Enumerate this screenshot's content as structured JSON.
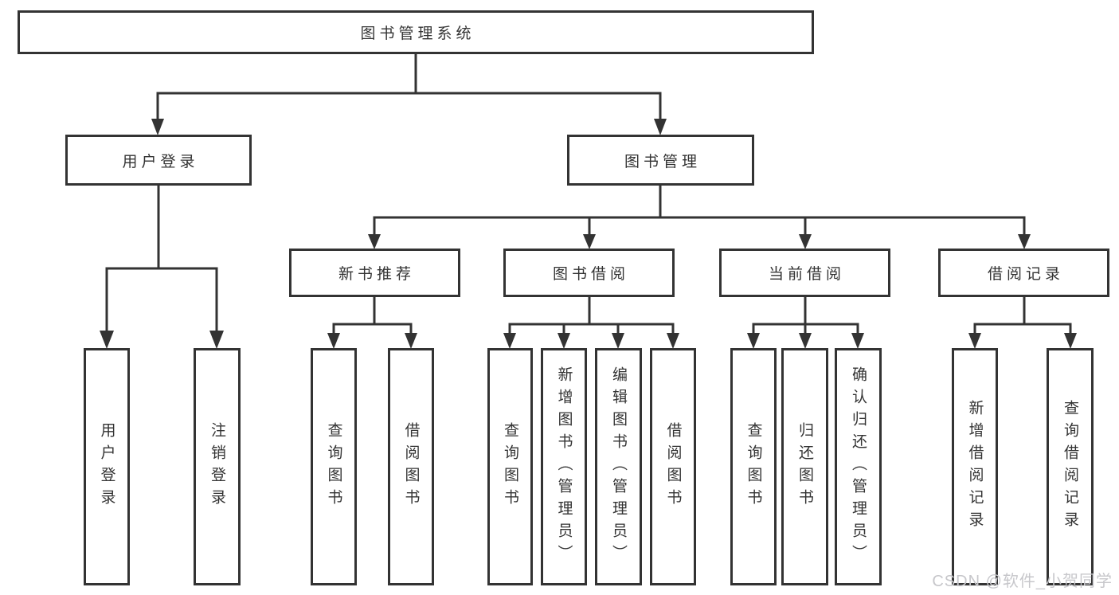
{
  "diagram": {
    "title": "图书管理系统",
    "level2": {
      "user_login": "用户登录",
      "book_mgmt": "图书管理"
    },
    "level3": {
      "new_book_rec": "新书推荐",
      "book_borrow": "图书借阅",
      "current_borrow": "当前借阅",
      "borrow_records": "借阅记录"
    },
    "leaves": {
      "ul_user_login": "用户登录",
      "ul_logout": "注销登录",
      "nbr_query_book": "查询图书",
      "nbr_borrow_book": "借阅图书",
      "bb_query_book": "查询图书",
      "bb_add_book": "新增图书（管理员）",
      "bb_edit_book": "编辑图书（管理员）",
      "bb_borrow_book": "借阅图书",
      "cb_query_book": "查询图书",
      "cb_return_book": "归还图书",
      "cb_confirm_return": "确认归还（管理员）",
      "br_add_record": "新增借阅记录",
      "br_query_record": "查询借阅记录"
    }
  },
  "watermark": {
    "text": "CSDN @软件_小贺同学",
    "color": "#c7c7cb"
  },
  "colors": {
    "line": "#333333",
    "text": "#333333",
    "background": "#ffffff",
    "box_fill": "#ffffff"
  }
}
